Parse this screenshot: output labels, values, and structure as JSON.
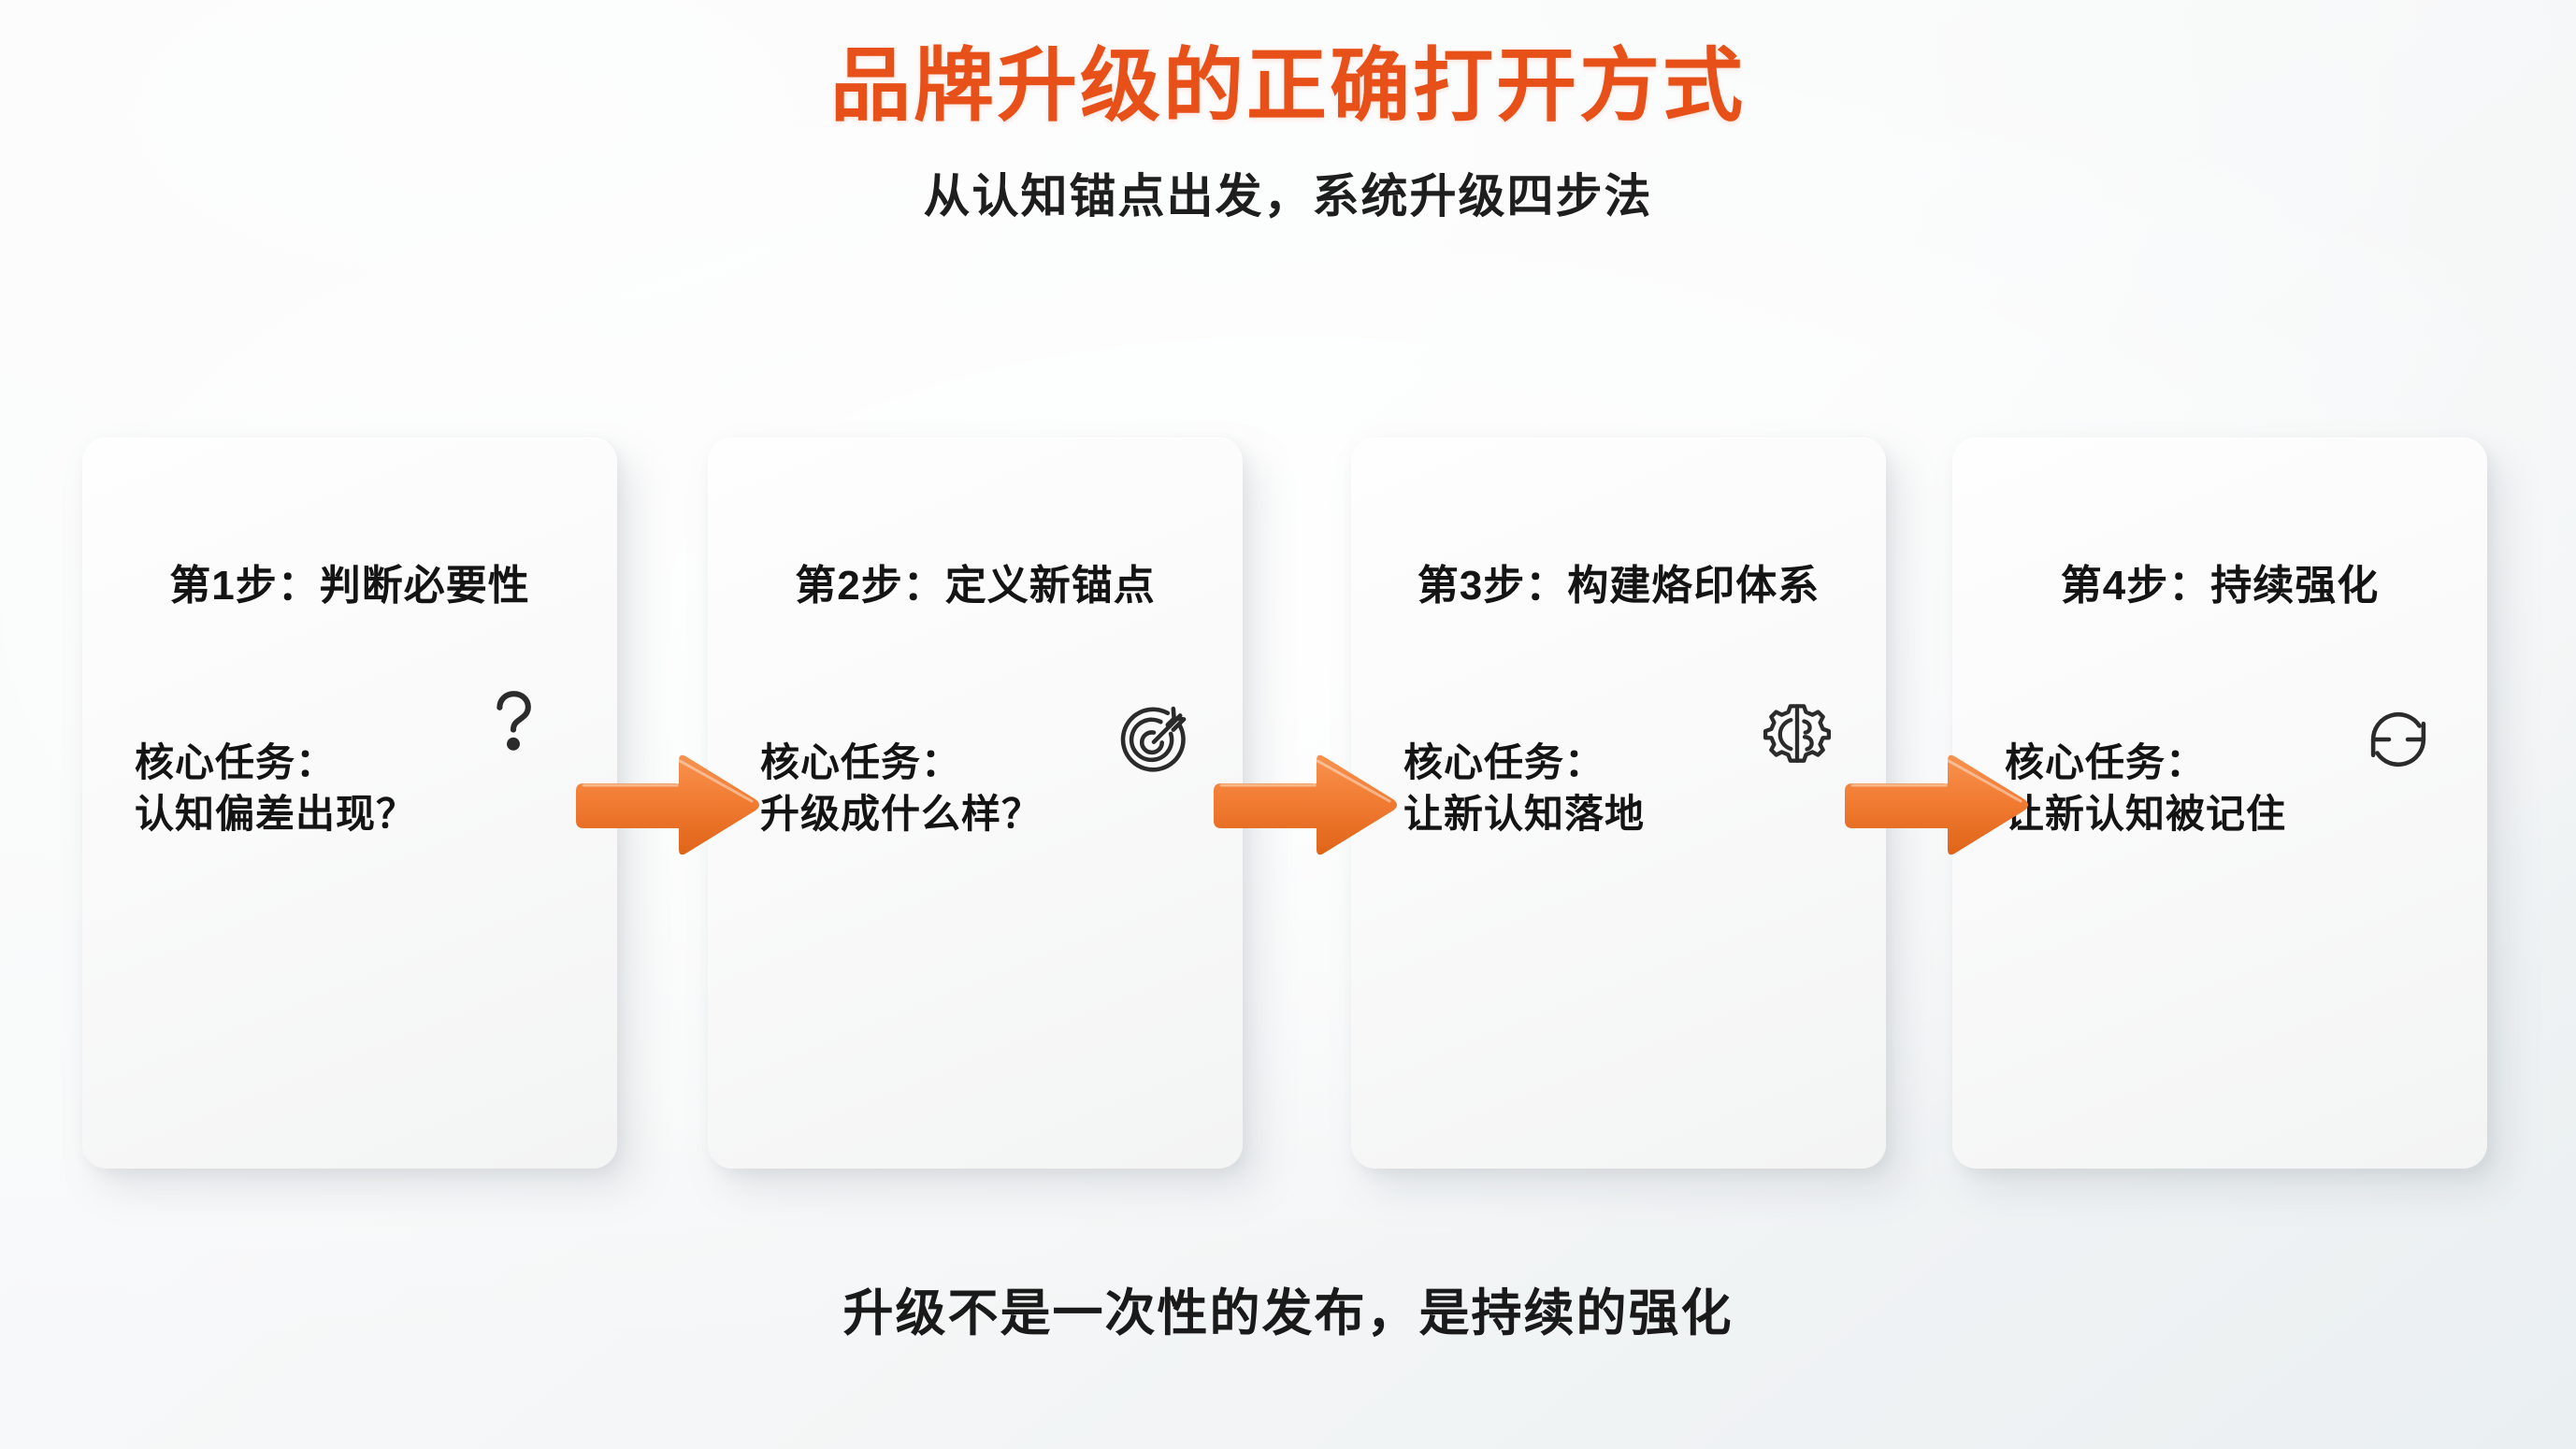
{
  "header": {
    "title": "品牌升级的正确打开方式",
    "subtitle": "从认知锚点出发，系统升级四步法",
    "title_color": "#E8501A",
    "subtitle_color": "#1E1E1E"
  },
  "theme": {
    "accent_orange": "#F07A35",
    "arrow_orange": "#F2792F",
    "card_bg": "#FAFAFA",
    "background_start": "#FBFBFB",
    "background_end": "#EAEFF1",
    "text_dark": "#141414"
  },
  "steps": [
    {
      "title": "第1步：判断必要性",
      "task_label": "核心任务：",
      "task_value": "认知偏差出现？",
      "icon": "question-mark-icon"
    },
    {
      "title": "第2步：定义新锚点",
      "task_label": "核心任务：",
      "task_value": "升级成什么样？",
      "icon": "target-dart-icon"
    },
    {
      "title": "第3步：构建烙印体系",
      "task_label": "核心任务：",
      "task_value": "让新认知落地",
      "icon": "brain-gear-icon"
    },
    {
      "title": "第4步：持续强化",
      "task_label": "核心任务：",
      "task_value": "让新认知被记住",
      "icon": "refresh-cycle-icon"
    }
  ],
  "connectors": [
    {
      "name": "arrow-step1-to-step2",
      "direction": "right"
    },
    {
      "name": "arrow-step2-to-step3",
      "direction": "right"
    },
    {
      "name": "arrow-step3-to-step4",
      "direction": "right"
    }
  ],
  "footer": {
    "text": "升级不是一次性的发布，是持续的强化"
  }
}
